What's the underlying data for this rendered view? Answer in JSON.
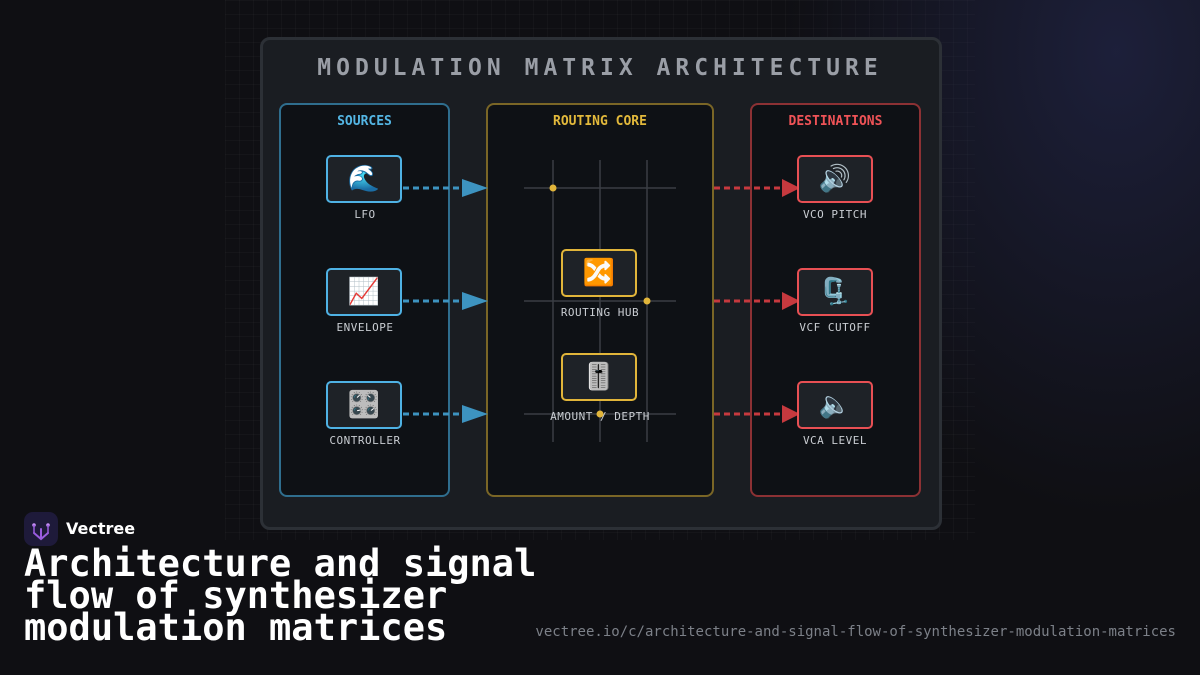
{
  "diagram": {
    "title": "MODULATION MATRIX ARCHITECTURE",
    "sources": {
      "header": "SOURCES",
      "nodes": [
        {
          "label": "LFO",
          "icon": "🌊",
          "icon_name": "wave-icon"
        },
        {
          "label": "ENVELOPE",
          "icon": "📈",
          "icon_name": "chart-increasing-icon"
        },
        {
          "label": "CONTROLLER",
          "icon": "🎛️",
          "icon_name": "control-knobs-icon"
        }
      ]
    },
    "routing": {
      "header": "ROUTING CORE",
      "nodes": [
        {
          "label": "ROUTING HUB",
          "icon": "🔀",
          "icon_name": "shuffle-icon"
        },
        {
          "label": "AMOUNT / DEPTH",
          "icon": "🎚️",
          "icon_name": "level-slider-icon"
        }
      ]
    },
    "destinations": {
      "header": "DESTINATIONS",
      "nodes": [
        {
          "label": "VCO PITCH",
          "icon": "🔊",
          "icon_name": "speaker-high-volume-icon"
        },
        {
          "label": "VCF CUTOFF",
          "icon": "🗜️",
          "icon_name": "clamp-icon"
        },
        {
          "label": "VCA LEVEL",
          "icon": "🔈",
          "icon_name": "speaker-low-volume-icon"
        }
      ]
    },
    "colors": {
      "sources": "#4fb2e4",
      "routing": "#e1b53a",
      "destinations": "#e85054",
      "source_wire": "#3d93c0",
      "dest_wire": "#c6393e",
      "grid_line": "#3a3e44",
      "junction": "#e1b53a"
    }
  },
  "brand": {
    "name": "Vectree",
    "logo_icon": "vectree-logo-icon",
    "accent": "#9a5ce0"
  },
  "headline": "Architecture and signal flow of synthesizer modulation matrices",
  "url": "vectree.io/c/architecture-and-signal-flow-of-synthesizer-modulation-matrices"
}
